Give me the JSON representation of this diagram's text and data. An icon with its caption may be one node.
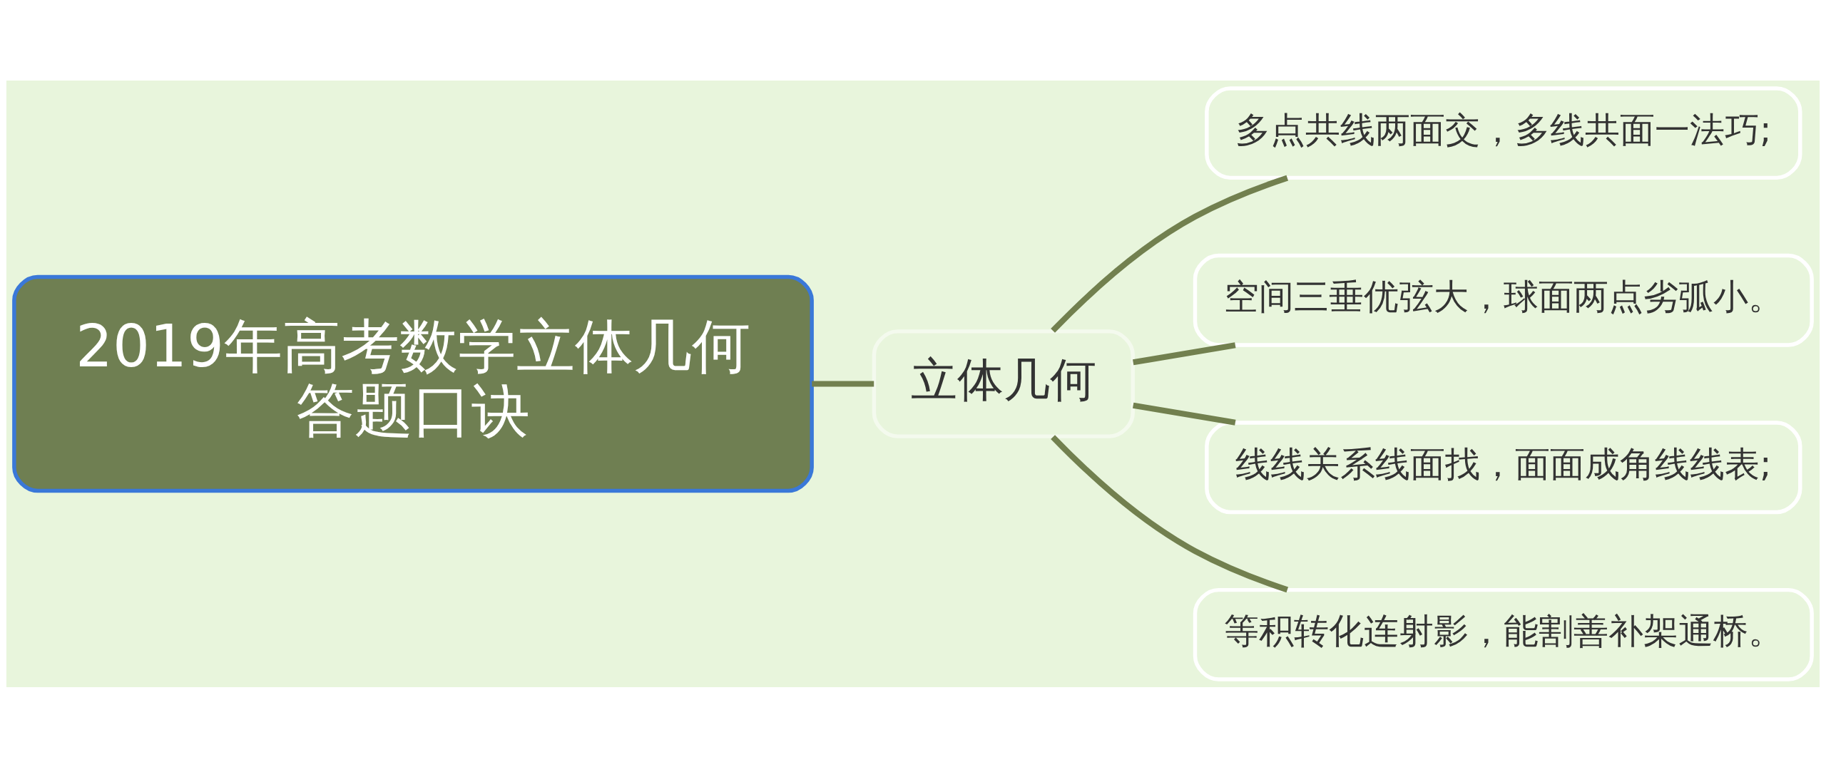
{
  "diagram": {
    "nodes": [
      {
        "text": [
          "2019年高考数学立体几何答题口诀"
        ]
      },
      {
        "text": [
          "立体几何"
        ]
      },
      {
        "text": [
          "多点共线两面交，多线共面一法巧;"
        ]
      },
      {
        "text": [
          "空间三垂优弦大，球面两点劣弧小。"
        ]
      },
      {
        "text": [
          "线线关系线面找，面面成角线线表;"
        ]
      },
      {
        "text": [
          "等积转化连射影，能割善补架通桥。"
        ]
      }
    ],
    "edges": [
      {
        "from": 0,
        "to": 1,
        "arrow": "none"
      },
      {
        "from": 1,
        "to": 2,
        "arrow": "none"
      },
      {
        "from": 1,
        "to": 3,
        "arrow": "none"
      },
      {
        "from": 1,
        "to": 4,
        "arrow": "none"
      },
      {
        "from": 1,
        "to": 5,
        "arrow": "none"
      }
    ]
  }
}
